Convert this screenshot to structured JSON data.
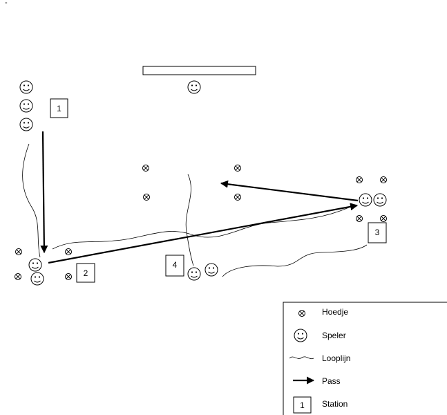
{
  "corner_mark": "-",
  "stations": [
    "1",
    "2",
    "3",
    "4"
  ],
  "legend": {
    "cone_label": "Hoedje",
    "player_label": "Speler",
    "run_label": "Looplijn",
    "pass_label": "Pass",
    "station_label": "Station",
    "station_sample": "1"
  }
}
